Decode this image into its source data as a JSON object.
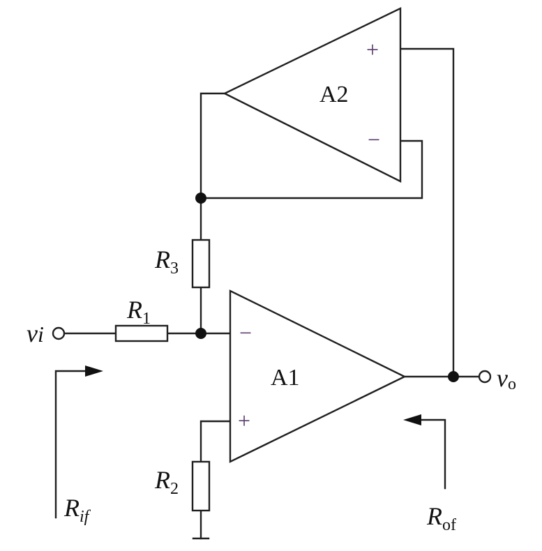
{
  "amplifiers": {
    "a1": {
      "label": "A1",
      "plus": "+",
      "minus": "−"
    },
    "a2": {
      "label": "A2",
      "plus": "+",
      "minus": "−"
    }
  },
  "resistors": {
    "r1": {
      "symbol": "R",
      "subscript": "1"
    },
    "r2": {
      "symbol": "R",
      "subscript": "2"
    },
    "r3": {
      "symbol": "R",
      "subscript": "3"
    }
  },
  "ports": {
    "input": {
      "symbol": "v",
      "subscript": "i"
    },
    "output": {
      "symbol": "v",
      "subscript": "o"
    }
  },
  "resistances": {
    "input": {
      "symbol": "R",
      "subscript": "if"
    },
    "output": {
      "symbol": "R",
      "subscript": "of"
    }
  }
}
